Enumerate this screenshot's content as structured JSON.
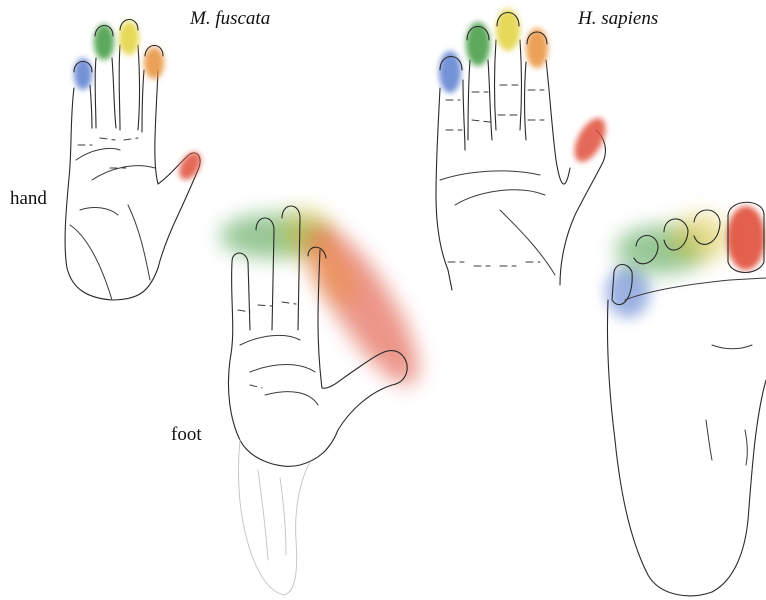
{
  "labels": {
    "species_left": "M. fuscata",
    "species_right": "H. sapiens",
    "row_hand": "hand",
    "row_foot": "foot"
  },
  "digit_colors": {
    "digit_1": "#e0503a",
    "digit_2": "#5b7fd0",
    "digit_3": "#3f9a3f",
    "digit_4": "#e2d23a",
    "digit_5": "#e8913a"
  }
}
